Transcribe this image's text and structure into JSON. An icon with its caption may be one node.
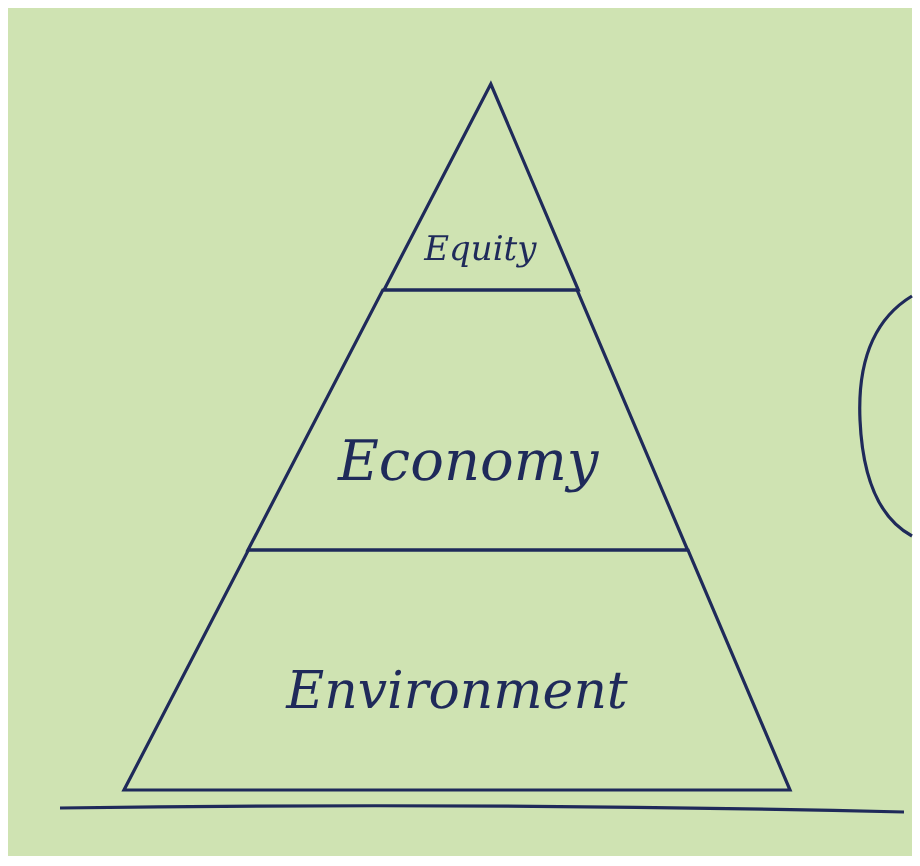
{
  "diagram": {
    "nodes": [
      {
        "text": [
          "Equity"
        ]
      },
      {
        "text": [
          "Economy"
        ]
      },
      {
        "text": [
          "Environment"
        ]
      }
    ]
  }
}
